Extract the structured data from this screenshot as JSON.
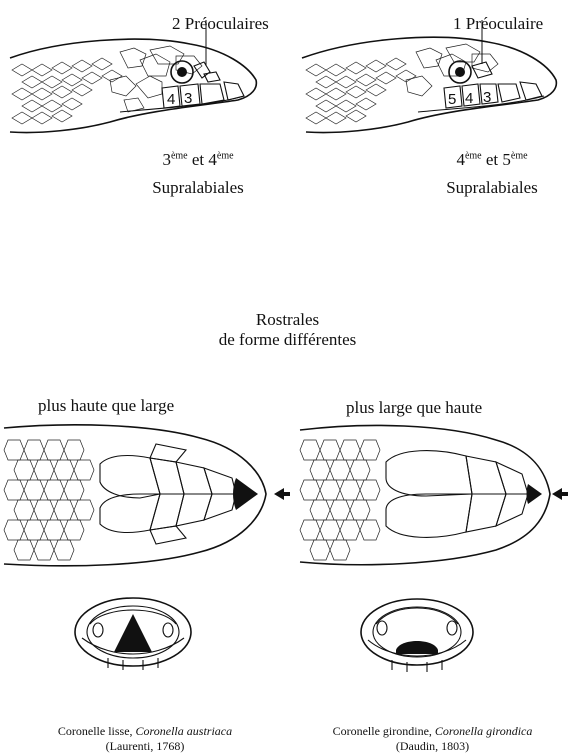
{
  "top_left": {
    "preocular_label": "2 Préoculaires",
    "numbers": [
      "4",
      "3"
    ],
    "supralabial_ordinals": {
      "first": "3",
      "first_sup": "ème",
      "conj": "et",
      "second": "4",
      "second_sup": "ème"
    },
    "supralabial_word": "Supralabiales"
  },
  "top_right": {
    "preocular_label": "1 Préoculaire",
    "numbers": [
      "5",
      "4",
      "3"
    ],
    "supralabial_ordinals": {
      "first": "4",
      "first_sup": "ème",
      "conj": "et",
      "second": "5",
      "second_sup": "ème"
    },
    "supralabial_word": "Supralabiales"
  },
  "middle": {
    "rostrales_line1": "Rostrales",
    "rostrales_line2": "de forme différentes"
  },
  "bottom_left": {
    "heading": "plus haute que large",
    "caption_common": "Coronelle lisse,",
    "caption_latin": "Coronella austriaca",
    "caption_author": "(Laurenti, 1768)"
  },
  "bottom_right": {
    "heading": "plus large que haute",
    "caption_common": "Coronelle girondine,",
    "caption_latin": "Coronella girondica",
    "caption_author": "(Daudin, 1803)"
  }
}
